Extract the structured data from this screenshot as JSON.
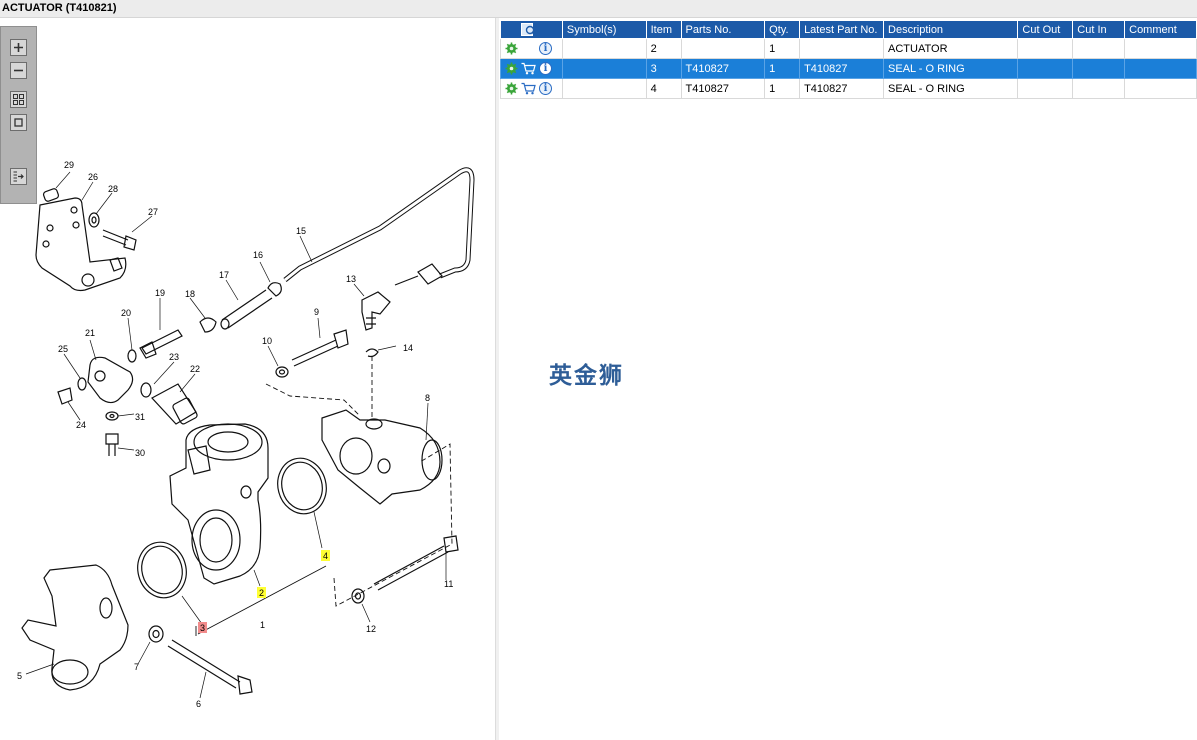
{
  "window": {
    "title": "ACTUATOR (T410821)"
  },
  "diagram": {
    "callouts": [
      "29",
      "26",
      "28",
      "27",
      "15",
      "16",
      "17",
      "18",
      "13",
      "19",
      "20",
      "21",
      "9",
      "10",
      "14",
      "25",
      "23",
      "22",
      "24",
      "31",
      "30",
      "8",
      "4",
      "2",
      "3",
      "1",
      "11",
      "12",
      "5",
      "7",
      "6"
    ],
    "highlighted": {
      "c4": "4",
      "c2": "2",
      "c3": "3"
    }
  },
  "table": {
    "columns": [
      "Symbol(s)",
      "Item",
      "Parts No.",
      "Qty.",
      "Latest Part No.",
      "Description",
      "Cut Out",
      "Cut In",
      "Comment"
    ],
    "rows": [
      {
        "item": "2",
        "parts_no": "",
        "qty": "1",
        "latest": "",
        "description": "ACTUATOR",
        "cut_out": "",
        "cut_in": "",
        "comment": "",
        "icons": [
          "gear-icon",
          "info-icon"
        ]
      },
      {
        "item": "3",
        "parts_no": "T410827",
        "qty": "1",
        "latest": "T410827",
        "description": "SEAL - O RING",
        "cut_out": "",
        "cut_in": "",
        "comment": "",
        "icons": [
          "gear-icon",
          "cart-icon",
          "info-icon"
        ]
      },
      {
        "item": "4",
        "parts_no": "T410827",
        "qty": "1",
        "latest": "T410827",
        "description": "SEAL - O RING",
        "cut_out": "",
        "cut_in": "",
        "comment": "",
        "icons": [
          "gear-icon",
          "cart-icon",
          "info-icon"
        ]
      }
    ],
    "selected_row_index": 1
  },
  "watermark": "英金狮",
  "colors": {
    "header": "#1c5aa8",
    "selection": "#1b7fd8",
    "highlight_yellow": "#ffff33",
    "highlight_red": "#f28b8b"
  }
}
